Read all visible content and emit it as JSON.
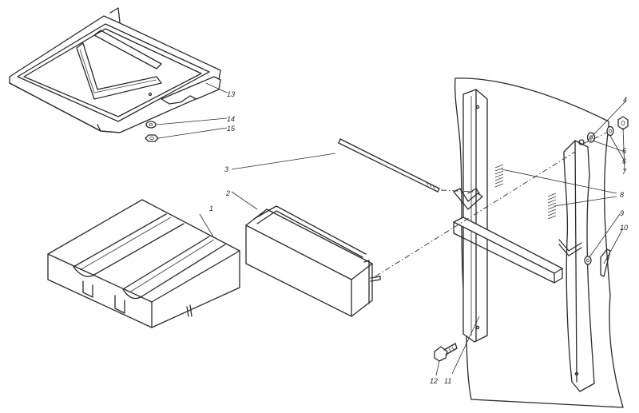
{
  "diagram": {
    "callouts": [
      {
        "id": "c1",
        "text": "1"
      },
      {
        "id": "c2",
        "text": "2"
      },
      {
        "id": "c3",
        "text": "3"
      },
      {
        "id": "c4",
        "text": "4"
      },
      {
        "id": "c5",
        "text": "5"
      },
      {
        "id": "c6",
        "text": "6"
      },
      {
        "id": "c7",
        "text": "7"
      },
      {
        "id": "c8",
        "text": "8"
      },
      {
        "id": "c9",
        "text": "9"
      },
      {
        "id": "c10",
        "text": "10"
      },
      {
        "id": "c11",
        "text": "11"
      },
      {
        "id": "c12",
        "text": "12"
      },
      {
        "id": "c13",
        "text": "13"
      },
      {
        "id": "c14",
        "text": "14"
      },
      {
        "id": "c15",
        "text": "15"
      }
    ]
  }
}
